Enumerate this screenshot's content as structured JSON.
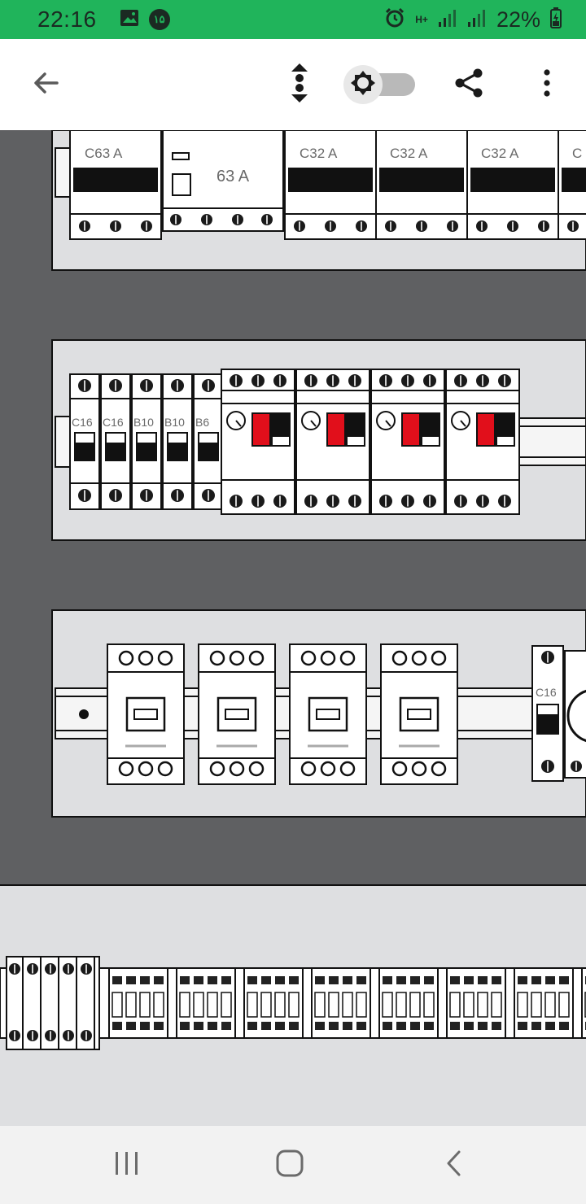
{
  "status_bar": {
    "time": "22:16",
    "notification_badge": "۱۵",
    "network": "H+",
    "battery_percent": "22%",
    "icons": [
      "image-icon",
      "alarm-icon",
      "signal-icon",
      "signal-icon-2",
      "battery-charging-icon"
    ]
  },
  "toolbar": {
    "icons": [
      "back-arrow-icon",
      "reorder-icon",
      "brightness-icon",
      "share-icon",
      "more-vert-icon"
    ],
    "brightness_toggle_on": false
  },
  "diagram": {
    "row1_labels": [
      "C63 A",
      "63 A",
      "C32 A",
      "C32 A",
      "C32 A",
      "C"
    ],
    "row2_labels": [
      "C16",
      "C16",
      "B10",
      "B10",
      "B6"
    ],
    "row3_labels": [
      "C16"
    ],
    "colors": {
      "panel_dark": "#5f6062",
      "panel_light": "#dedfe1",
      "accent_red": "#e10f1b"
    }
  },
  "nav_bar": {
    "icons": [
      "recent-apps-icon",
      "home-icon",
      "back-icon"
    ]
  }
}
